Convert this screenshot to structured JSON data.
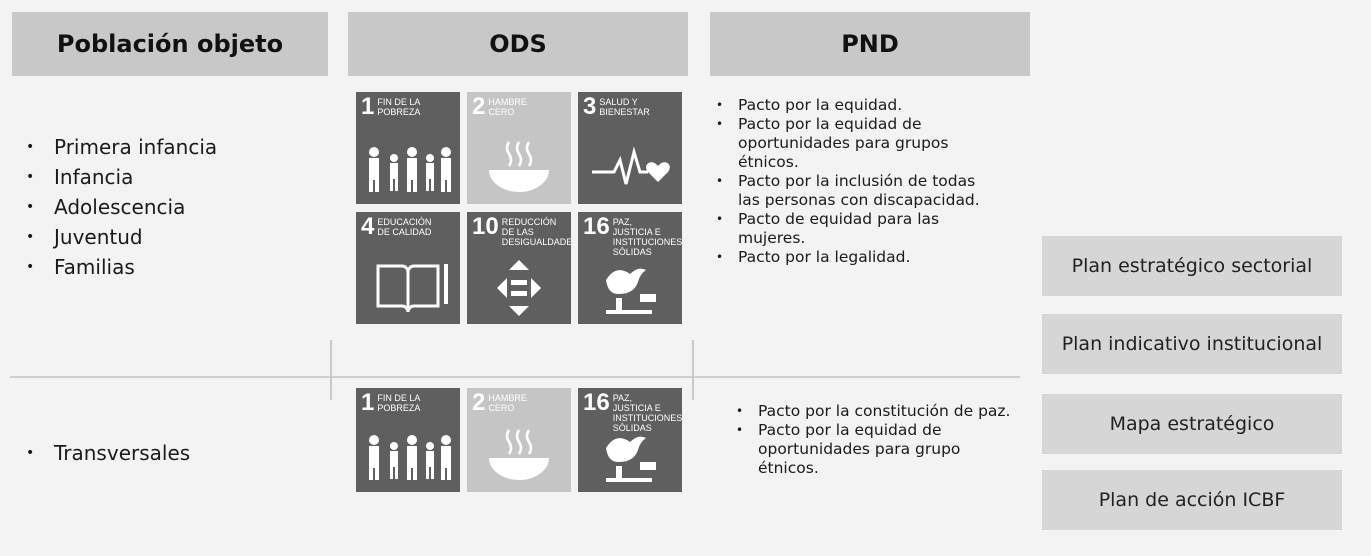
{
  "headers": {
    "poblacion": "Población objeto",
    "ods": "ODS",
    "pnd": "PND"
  },
  "poblacion_items": [
    "Primera infancia",
    "Infancia",
    "Adolescencia",
    "Juventud",
    "Familias"
  ],
  "transversal_items": [
    "Transversales"
  ],
  "pnd_items": [
    "Pacto por la equidad.",
    "Pacto por la equidad de oportunidades para grupos étnicos.",
    "Pacto por la inclusión de todas las personas con discapacidad.",
    "Pacto de equidad para las mujeres.",
    "Pacto por la legalidad."
  ],
  "pnd_transversal_items": [
    "Pacto por la constitución de paz.",
    "Pacto por la equidad de oportunidades para grupo étnicos."
  ],
  "ods_top": [
    {
      "num": "1",
      "label": "Fin de la pobreza",
      "icon": "family-icon",
      "shade": "dark"
    },
    {
      "num": "2",
      "label": "Hambre cero",
      "icon": "bowl-icon",
      "shade": "light"
    },
    {
      "num": "3",
      "label": "Salud y bienestar",
      "icon": "heartbeat-icon",
      "shade": "dark"
    },
    {
      "num": "4",
      "label": "Educación de calidad",
      "icon": "book-icon",
      "shade": "dark"
    },
    {
      "num": "10",
      "label": "Reducción de las desigualdades",
      "icon": "equality-arrows-icon",
      "shade": "dark"
    },
    {
      "num": "16",
      "label": "Paz, justicia e instituciones sólidas",
      "icon": "dove-gavel-icon",
      "shade": "dark"
    }
  ],
  "ods_bottom": [
    {
      "num": "1",
      "label": "Fin de la pobreza",
      "icon": "family-icon",
      "shade": "dark"
    },
    {
      "num": "2",
      "label": "Hambre cero",
      "icon": "bowl-icon",
      "shade": "light"
    },
    {
      "num": "16",
      "label": "Paz, justicia e instituciones sólidas",
      "icon": "dove-gavel-icon",
      "shade": "dark"
    }
  ],
  "plans": [
    "Plan estratégico sectorial",
    "Plan indicativo institucional",
    "Mapa estratégico",
    "Plan de acción ICBF"
  ]
}
